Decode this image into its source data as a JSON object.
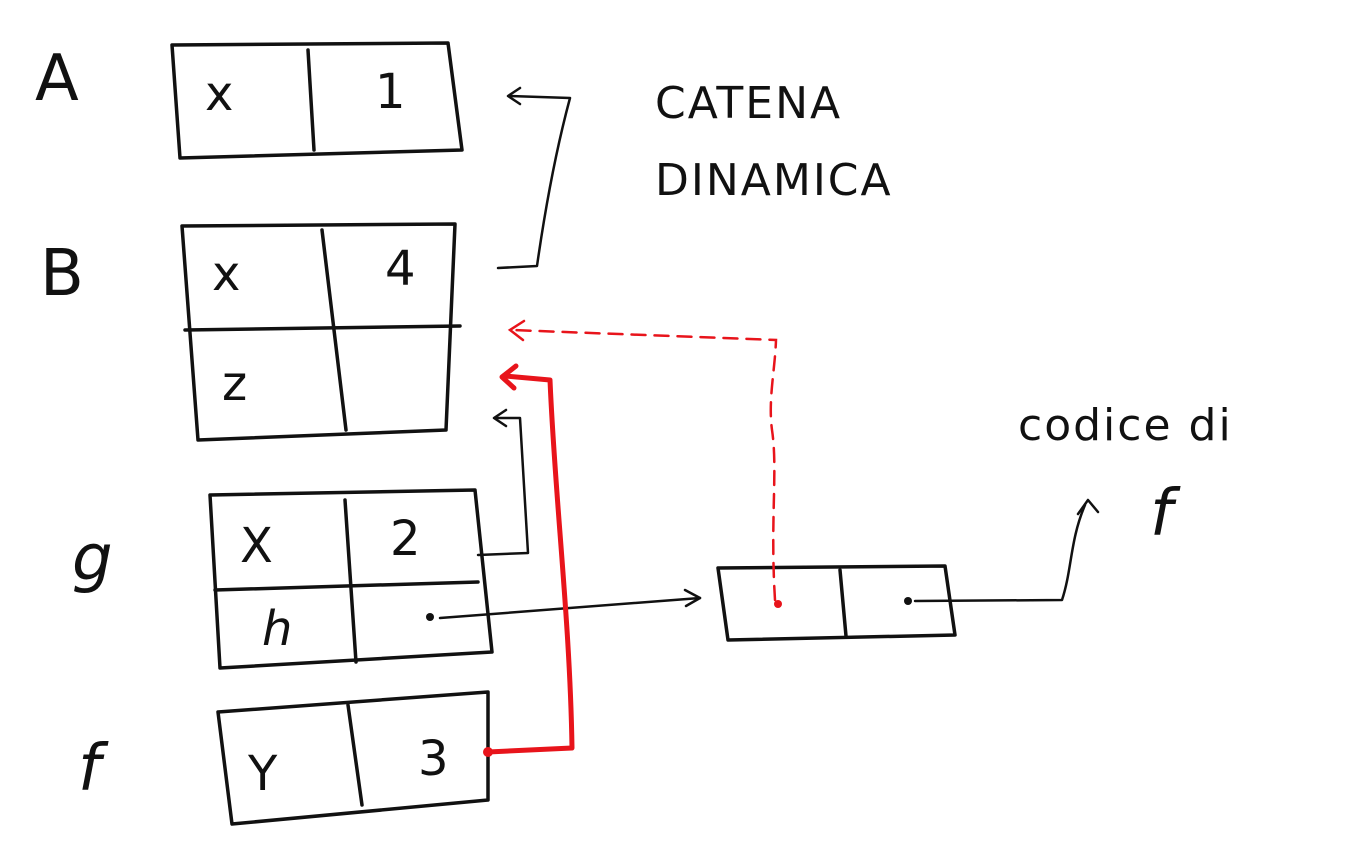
{
  "frames": {
    "A": {
      "label": "A",
      "cells": [
        [
          "x",
          "1"
        ]
      ]
    },
    "B": {
      "label": "B",
      "cells": [
        [
          "x",
          "4"
        ],
        [
          "z",
          ""
        ]
      ]
    },
    "g": {
      "label": "g",
      "cells": [
        [
          "X",
          "2"
        ],
        [
          "h",
          ""
        ]
      ]
    },
    "f": {
      "label": "f",
      "cells": [
        [
          "Y",
          "3"
        ]
      ]
    }
  },
  "annotations": {
    "dynamic_chain_line1": "CATENA",
    "dynamic_chain_line2": "DINAMICA",
    "code_line1": "codice di",
    "code_line2": "f"
  },
  "colors": {
    "ink": "#111111",
    "static_link": "#e8141b"
  }
}
